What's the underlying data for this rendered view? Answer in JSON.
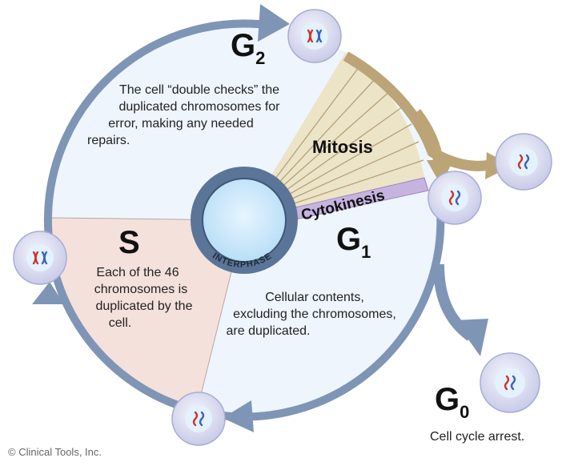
{
  "phases": {
    "g2": {
      "letter": "G",
      "sub": "2",
      "lines": [
        "The cell “double checks” the",
        "duplicated chromosomes for",
        "error, making any needed",
        "repairs."
      ]
    },
    "s": {
      "letter": "S",
      "lines": [
        "Each of the 46",
        "chromosomes is",
        "duplicated by the",
        "cell."
      ]
    },
    "g1": {
      "letter": "G",
      "sub": "1",
      "lines": [
        "Cellular contents,",
        "excluding the chromosomes,",
        "are duplicated."
      ]
    },
    "g0": {
      "letter": "G",
      "sub": "0",
      "lines": [
        "Cell cycle arrest."
      ]
    }
  },
  "labels": {
    "mitosis": "Mitosis",
    "cytokinesis": "Cytokinesis",
    "interphase": "INTERPHASE"
  },
  "credit": "© Clinical Tools, Inc.",
  "colors": {
    "cycle_ring": "#7f95b6",
    "wheel_fill": "#eef5fd",
    "s_sector": "#f4e1dc",
    "mitosis_sector": "#ece4c6",
    "mitosis_arrow": "#bba577",
    "cytokinesis_band": "#c7b3e0",
    "nucleus": "#cfe9fb",
    "cell_fill": "#dfe0f3",
    "chromosome_red": "#d0322c",
    "chromosome_blue": "#3f5fc0"
  }
}
